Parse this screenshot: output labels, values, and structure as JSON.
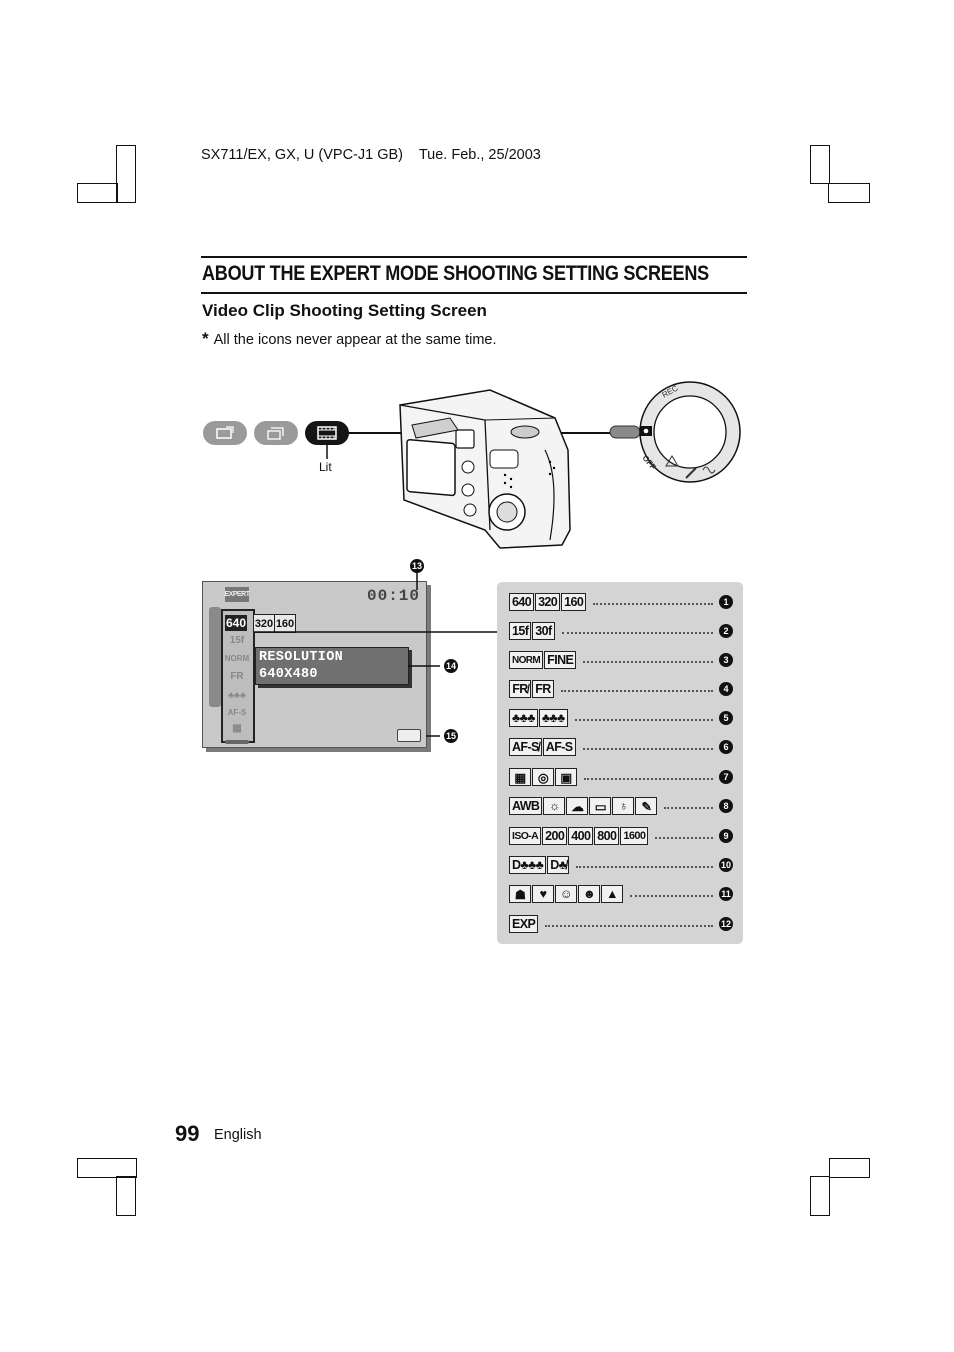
{
  "header": {
    "model_line": "SX711/EX, GX, U (VPC-J1 GB)    Tue. Feb., 25/2003"
  },
  "section_title": "ABOUT THE EXPERT MODE SHOOTING SETTING SCREENS",
  "subtitle": "Video Clip Shooting Setting Screen",
  "note": {
    "star": "*",
    "text": "All the icons never appear at the same time."
  },
  "mode_lamp_label": "Lit",
  "mode_dial_labels": [
    "REC",
    "OFF"
  ],
  "screen": {
    "time": "00:10",
    "expert_badge": "EXPERT",
    "resolution_options": [
      "640",
      "320",
      "160"
    ],
    "side_icons": [
      "15f",
      "NORM",
      "FR",
      "♣♣♣",
      "AF-S",
      "▦"
    ],
    "info_line1": "RESOLUTION",
    "info_line2": "640X480",
    "callouts": [
      "13",
      "14",
      "15"
    ]
  },
  "legend": [
    {
      "icons": [
        "640",
        "320",
        "160"
      ],
      "num": "1"
    },
    {
      "icons": [
        "15f",
        "30f"
      ],
      "num": "2"
    },
    {
      "icons": [
        "NORM",
        "FINE"
      ],
      "num": "3"
    },
    {
      "icons": [
        "FR̸",
        "FR"
      ],
      "num": "4"
    },
    {
      "icons": [
        "♣♣♣",
        "♣♣♣"
      ],
      "num": "5"
    },
    {
      "icons": [
        "AF-S̸",
        "AF-S"
      ],
      "num": "6"
    },
    {
      "icons": [
        "▦",
        "◎",
        "▣"
      ],
      "num": "7"
    },
    {
      "icons": [
        "AWB",
        "☼",
        "☁",
        "▭",
        "♁",
        "✎"
      ],
      "num": "8"
    },
    {
      "icons": [
        "ISO-A",
        "200",
        "400",
        "800",
        "1600"
      ],
      "num": "9"
    },
    {
      "icons": [
        "D♣♣♣",
        "D♣̸"
      ],
      "num": "10"
    },
    {
      "icons": [
        "☗",
        "♥",
        "☺",
        "☻",
        "▲"
      ],
      "num": "11"
    },
    {
      "icons": [
        "EXP"
      ],
      "num": "12"
    }
  ],
  "footer": {
    "page_number": "99",
    "language": "English"
  }
}
